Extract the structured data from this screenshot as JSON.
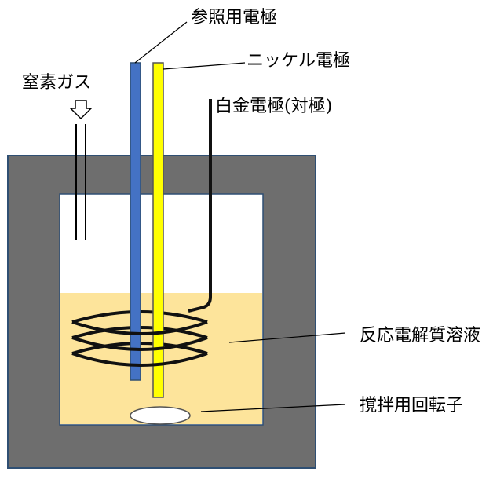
{
  "labels": {
    "reference_electrode": "参照用電極",
    "nickel_electrode": "ニッケル電極",
    "platinum_electrode": "白金電極(対極)",
    "nitrogen_gas": "窒素ガス",
    "electrolyte": "反応電解質溶液",
    "stirrer": "撹拌用回転子"
  },
  "colors": {
    "vessel_wall": "#6e6e6e",
    "vessel_border": "#2f4f73",
    "headspace": "#ffffff",
    "electrolyte": "#fde49b",
    "reference_electrode": "#4472c4",
    "nickel_electrode": "#ffff00",
    "platinum_wire": "#111111",
    "gas_arrow": "#ffffff"
  }
}
